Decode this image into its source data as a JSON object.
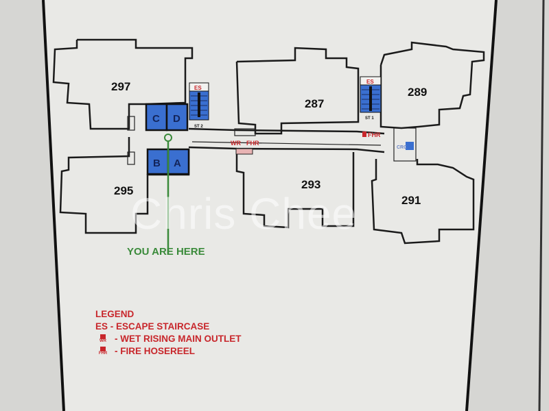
{
  "units": [
    "297",
    "287",
    "289",
    "295",
    "293",
    "291"
  ],
  "lifts": [
    "C",
    "D",
    "B",
    "A"
  ],
  "stairs": [
    {
      "label": "ES",
      "name": "ST 2"
    },
    {
      "label": "ES",
      "name": "ST 1"
    }
  ],
  "corridor_labels": {
    "wr": "WR",
    "fhr": "FHR",
    "fhr2": "FHR",
    "crc": "CRC"
  },
  "you_are_here": "YOU ARE HERE",
  "watermark": "Chris Chee",
  "legend": {
    "title": "LEGEND",
    "es": "ES - ESCAPE STAIRCASE",
    "wr_symbol": "WR",
    "wr": "- WET RISING MAIN OUTLET",
    "fhr_symbol": "FHR",
    "fhr": "- FIRE HOSEREEL"
  },
  "colors": {
    "lift": "#3a6fd0",
    "legend": "#c8262b",
    "you_are_here": "#3a8a3a"
  }
}
